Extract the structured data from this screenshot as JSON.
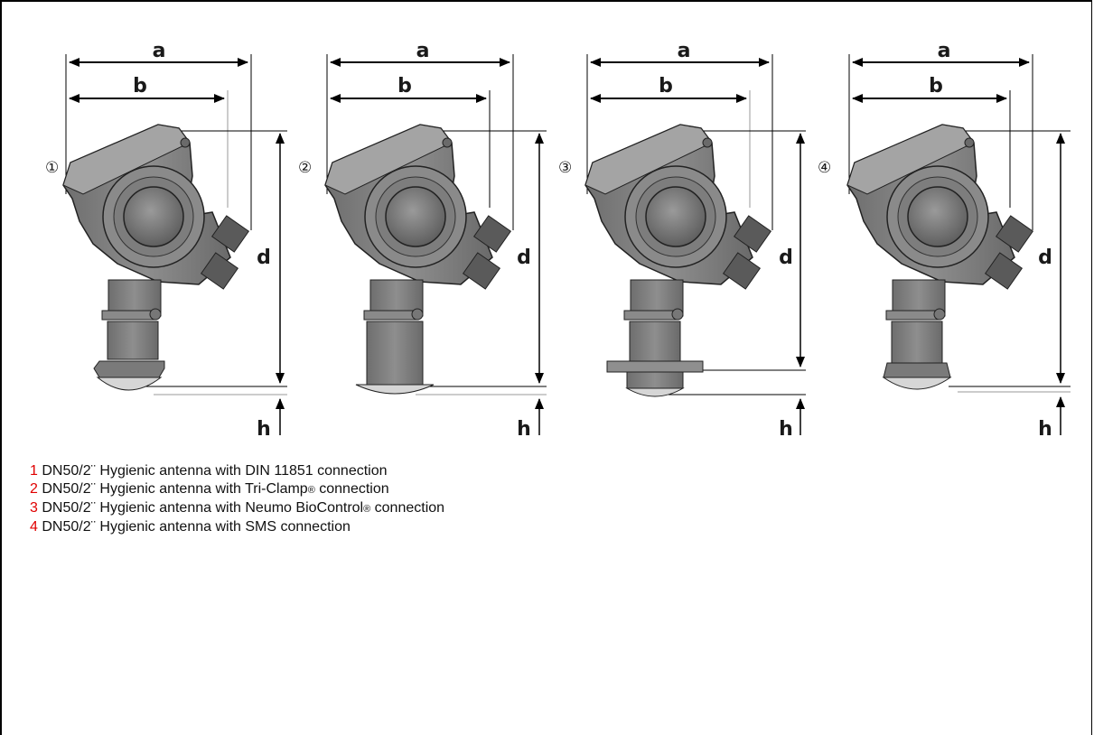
{
  "dimension_labels": {
    "a": "a",
    "b": "b",
    "d": "d",
    "h": "h"
  },
  "panels": [
    {
      "marker": "①"
    },
    {
      "marker": "②"
    },
    {
      "marker": "③"
    },
    {
      "marker": "④"
    }
  ],
  "legend": [
    {
      "num": "1",
      "text": "DN50/2¨ Hygienic antenna with DIN 11851 connection"
    },
    {
      "num": "2",
      "text_before": "DN50/2¨ Hygienic antenna with Tri-Clamp",
      "reg": "®",
      "text_after": " connection"
    },
    {
      "num": "3",
      "text_before": "DN50/2¨ Hygienic antenna with Neumo BioControl",
      "reg": "®",
      "text_after": " connection"
    },
    {
      "num": "4",
      "text": "DN50/2¨ Hygienic antenna with SMS connection"
    }
  ],
  "colors": {
    "accent_number": "#e00000",
    "housing": "#7d7d7d",
    "housing_light": "#a9a9a9",
    "housing_dark": "#555555"
  }
}
